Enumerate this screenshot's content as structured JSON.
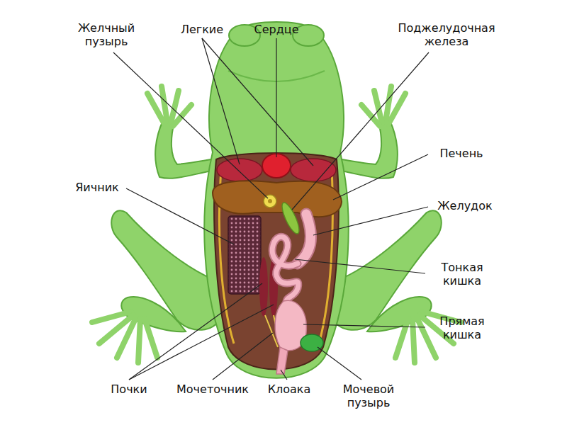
{
  "diagram": {
    "labels": [
      "Желчный пузырь",
      "Легкие",
      "Сердце",
      "Поджелудочная железа",
      "Печень",
      "Яичник",
      "Желудок",
      "Тонкая кишка",
      "Прямая кишка",
      "Почки",
      "Мочеточник",
      "Клоака",
      "Мочевой пузырь"
    ]
  }
}
